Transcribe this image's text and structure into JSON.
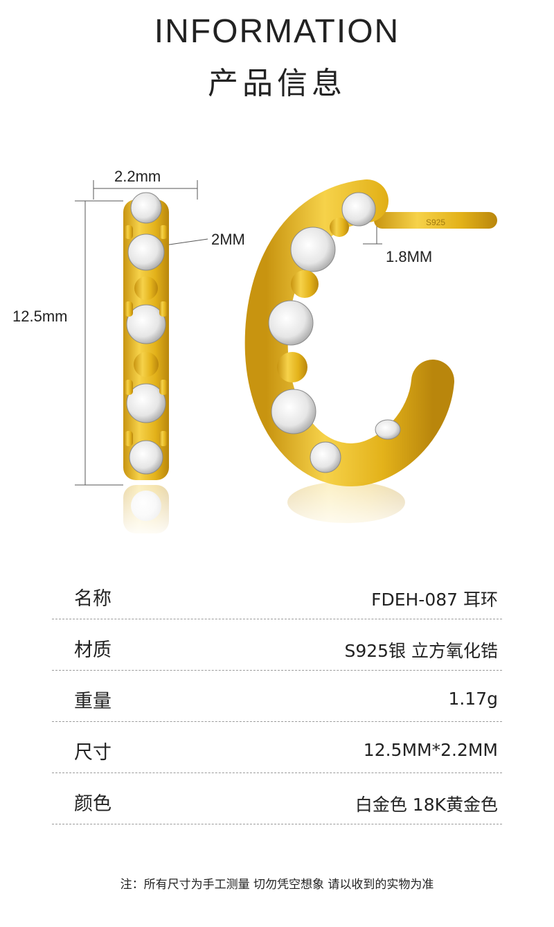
{
  "header": {
    "title_en": "INFORMATION",
    "title_cn": "产品信息"
  },
  "product_image": {
    "width_label": "2.2mm",
    "height_label": "12.5mm",
    "stone_label": "2MM",
    "post_label": "1.8MM",
    "post_stamp": "S925",
    "metal_color": "#e3b21a",
    "stone_color": "#f4f4f4"
  },
  "specs": [
    {
      "label": "名称",
      "value": "FDEH-087 耳环"
    },
    {
      "label": "材质",
      "value": "S925银 立方氧化锆"
    },
    {
      "label": "重量",
      "value": "1.17g"
    },
    {
      "label": "尺寸",
      "value": "12.5MM*2.2MM"
    },
    {
      "label": "颜色",
      "value": "白金色  18K黄金色"
    }
  ],
  "note": "注：所有尺寸为手工测量 切勿凭空想象 请以收到的实物为准"
}
